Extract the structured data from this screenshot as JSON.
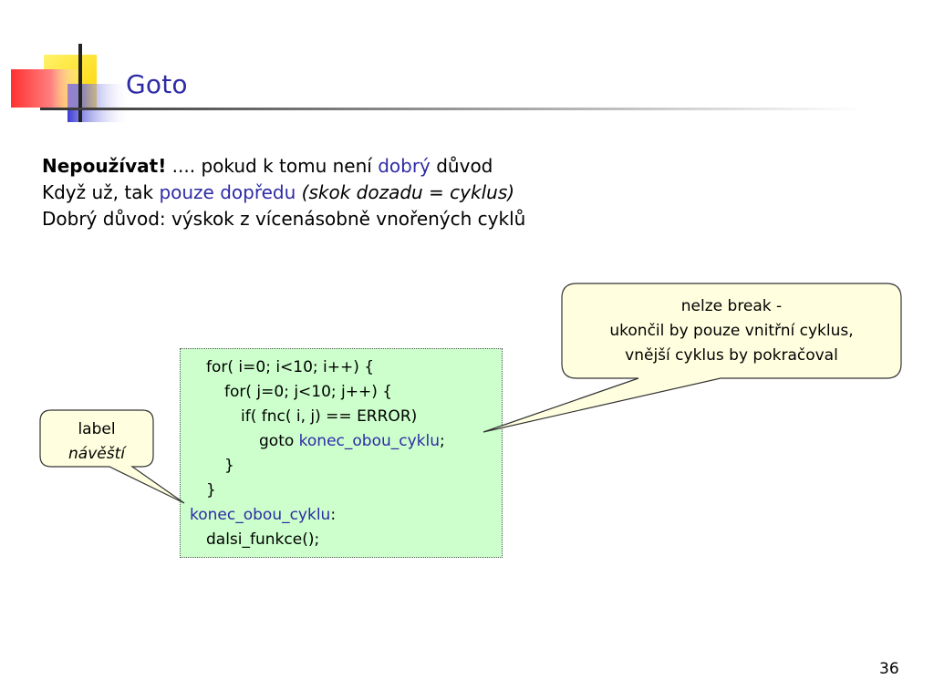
{
  "slide": {
    "title": "Goto",
    "lines": [
      {
        "parts": [
          "Nepoužívat!",
          " .... pokud k tomu není ",
          "dobrý",
          " důvod"
        ]
      },
      {
        "parts": [
          "Když už, tak ",
          "pouze dopředu",
          " ",
          "(skok dozadu = cyklus)"
        ]
      },
      {
        "parts": [
          "Dobrý důvod: výskok z vícenásobně vnořených cyklů"
        ]
      }
    ],
    "code": [
      {
        "text": "for( i=0; i<10; i++) {"
      },
      {
        "text": "for( j=0; j<10; j++) {"
      },
      {
        "text": "if( fnc( i, j) == ERROR)"
      },
      {
        "prefix": "goto ",
        "label": "konec_obou_cyklu",
        "suffix": ";"
      },
      {
        "text": "}"
      },
      {
        "text": "}"
      },
      {
        "label": "konec_obou_cyklu",
        "suffix": ":"
      },
      {
        "text": "dalsi_funkce();"
      }
    ],
    "callout_left": {
      "line1": "label",
      "line2": "návěští"
    },
    "callout_right": {
      "line1": "nelze break -",
      "line2": "ukončil by pouze vnitřní cyklus,",
      "line3": "vnější cyklus by pokračoval"
    },
    "page_number": "36",
    "colors": {
      "accent": "#2d2ba6",
      "code_background": "#ccffcc",
      "callout_fill": "#ffffe0"
    }
  }
}
